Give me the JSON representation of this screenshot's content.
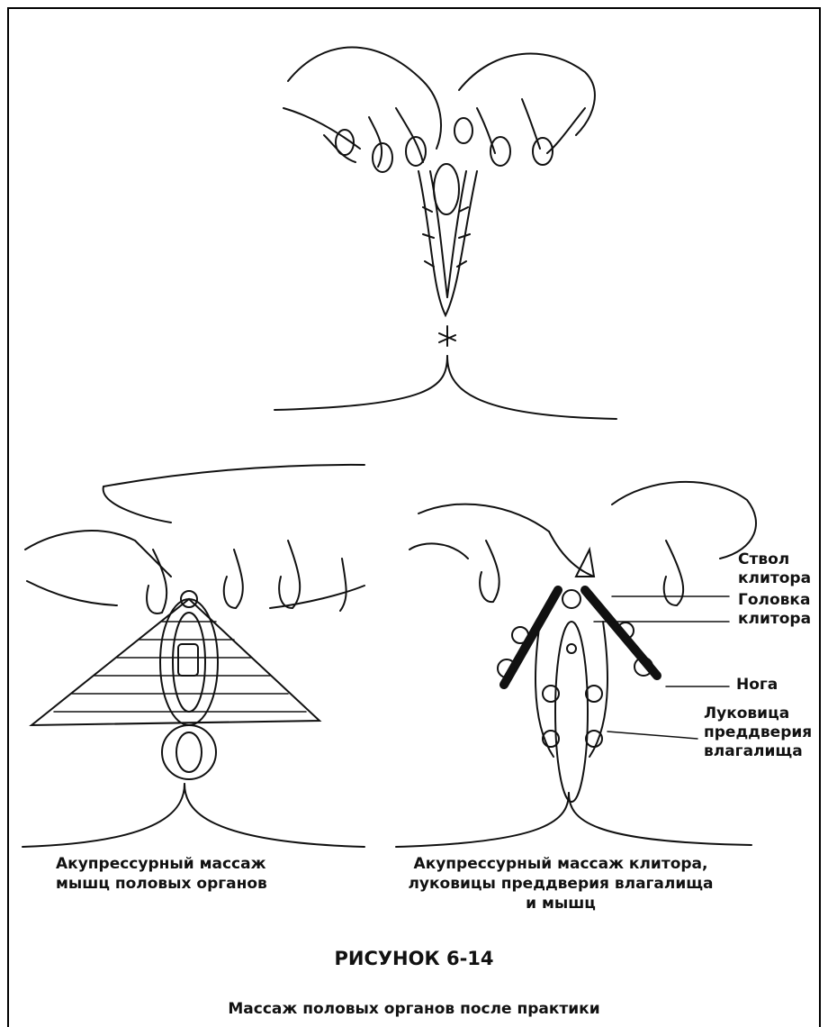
{
  "labels": {
    "shaft": "Ствол\nклитора",
    "glans": "Головка\nклитора",
    "leg": "Нога",
    "bulb": "Луковица\nпреддверия\nвлагалища"
  },
  "captions": {
    "left": "Акупрессурный массаж\nмышц половых органов",
    "right": "Акупрессурный массаж клитора,\nлуковицы преддверия влагалища\nи мышц"
  },
  "figure_title": "РИСУНОК 6-14",
  "figure_subtitle": "Массаж половых органов после практики",
  "colors": {
    "ink": "#111111",
    "background": "#ffffff"
  }
}
